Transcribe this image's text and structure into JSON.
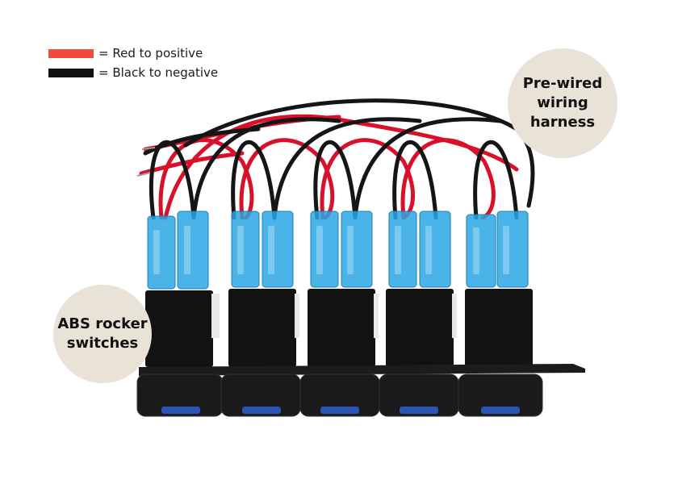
{
  "legend": {
    "items": [
      {
        "label": "= Red to positive",
        "color": "#f04a3e"
      },
      {
        "label": "= Black to negative",
        "color": "#111111"
      }
    ]
  },
  "callouts": {
    "harness": "Pre-wired\nwiring\nharness",
    "switches": "ABS rocker\nswitches"
  },
  "colors": {
    "wire_red": "#d9102a",
    "wire_black": "#151515",
    "connector_blue": "#2aa6e3",
    "switch_body": "#121212",
    "callout_bg": "#e9e2d6",
    "indicator_blue": "#2f5fd0"
  }
}
